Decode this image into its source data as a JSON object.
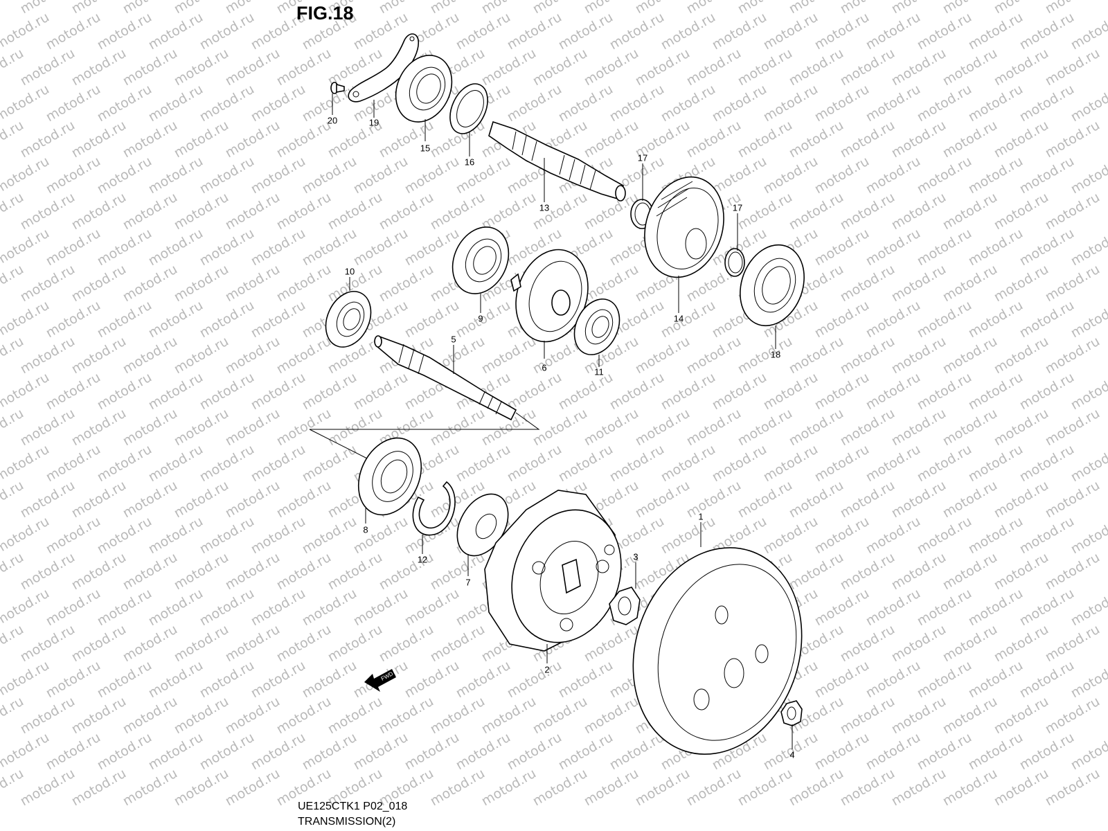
{
  "figure": {
    "title": "FIG.18",
    "code": "UE125CTK1 P02_018",
    "subtitle": "TRANSMISSION(2)"
  },
  "watermark": {
    "text": "motod.ru",
    "color": "#b9b9b9"
  },
  "fwd_marker": {
    "label": "FWD"
  },
  "callouts": [
    {
      "id": "20",
      "label": "20"
    },
    {
      "id": "19",
      "label": "19"
    },
    {
      "id": "15",
      "label": "15"
    },
    {
      "id": "16",
      "label": "16"
    },
    {
      "id": "13",
      "label": "13"
    },
    {
      "id": "17a",
      "label": "17"
    },
    {
      "id": "17b",
      "label": "17"
    },
    {
      "id": "14",
      "label": "14"
    },
    {
      "id": "18",
      "label": "18"
    },
    {
      "id": "10",
      "label": "10"
    },
    {
      "id": "9",
      "label": "9"
    },
    {
      "id": "6",
      "label": "6"
    },
    {
      "id": "11",
      "label": "11"
    },
    {
      "id": "5",
      "label": "5"
    },
    {
      "id": "8",
      "label": "8"
    },
    {
      "id": "12",
      "label": "12"
    },
    {
      "id": "7",
      "label": "7"
    },
    {
      "id": "3",
      "label": "3"
    },
    {
      "id": "2",
      "label": "2"
    },
    {
      "id": "1",
      "label": "1"
    },
    {
      "id": "4",
      "label": "4"
    }
  ]
}
